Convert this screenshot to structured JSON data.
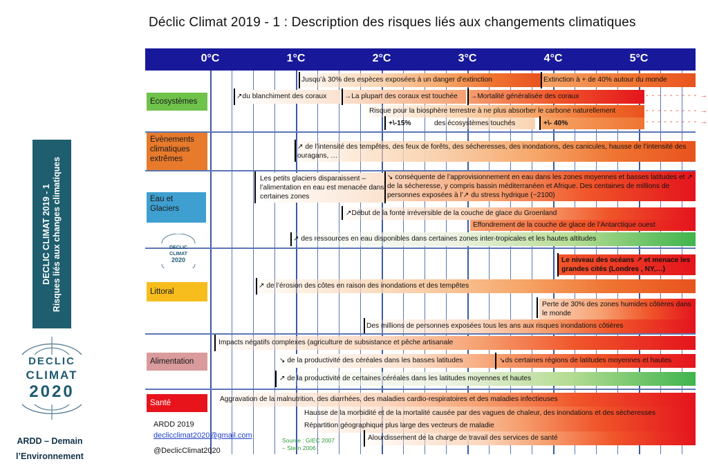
{
  "title": "Déclic Climat 2019 - 1 : Description des risques liés aux changements climatiques",
  "sidebar": {
    "banner_line1": "DECLIC CLIMAT 2019 - 1",
    "banner_line2": "Risques liés aux changes climatiques",
    "logo_line1": "DECLIC",
    "logo_line2": "CLIMAT",
    "logo_line3": "2020",
    "org_line1": "ARDD – Demain",
    "org_line2": "l’Environnement"
  },
  "header": {
    "degrees": [
      "0°C",
      "1°C",
      "2°C",
      "3°C",
      "4°C",
      "5°C"
    ]
  },
  "categories": {
    "ecosystemes": "Ecosystèmes",
    "evenements": "Evènements climatiques extrêmes",
    "eau": "Eau et Glaciers",
    "littoral": "Littoral",
    "alimentation": "Alimentation",
    "sante": "Santé"
  },
  "colors": {
    "ecosystemes": "#6fc24a",
    "evenements": "#e87a2c",
    "eau": "#3f9fd0",
    "littoral": "#f6bd1c",
    "alimentation": "#d99b9c",
    "sante": "#e8141c",
    "header": "#18189a"
  },
  "mini_logo": {
    "line1": "DECLIC",
    "line2": "CLIMAT",
    "line3": "2020"
  },
  "rows": {
    "eco1": "Jusqu’à 30% des espèces exposées à un danger d’extinction",
    "eco1b": "Extinction à + de 40% autour du monde",
    "eco2a": "↗du blanchiment des coraux",
    "eco2b": "→La plupart des coraux est touchée",
    "eco2c": "→Mortalité généralisée des coraux",
    "eco3": "Risque pour la biosphère terrestre à ne plus absorber le carbone naturellement",
    "eco3a": "+\\-15%",
    "eco3b": "des écosystèmes touchés",
    "eco3c": "+\\- 40%",
    "evt1": "↗ de l’intensité des tempêtes, des feux de forêts, des sécheresses, des inondations, des canicules, hausse de l’intensité des ouragans, …",
    "eau1": "Les petits glaciers disparaissent – l’alimentation en eau est menacée dans certaines zones",
    "eau2": "↘ conséquente de l’approvisionnement en eau dans les zones moyennes et basses latitudes et ↗ de la sécheresse, y compris bassin méditerranéen et Afrique. Des centaines de millions de personnes exposées à l’↗ du stress hydrique (~2100)",
    "eau3": "↗Début de la fonte irréversible de la couche de glace du Groenland",
    "eau4": "Effondrement de la couche de glace de l’Antarctique ouest",
    "eau5": "↗ des ressources en eau disponibles dans certaines zones inter-tropicales et les hautes altitudes",
    "lit1": "Le niveau des océans ↗ et menace les grandes cités (Londres , NY,…)",
    "lit2": "↗ de l’érosion des côtes en raison des inondations et des tempêtes",
    "lit3": "Perte de 30% des zones humides côtières dans le monde",
    "lit4": "Des millions de personnes exposées tous les ans aux risques inondations côtières",
    "ali1": "Impacts négatifs complexes (agriculture de subsistance et pêche artisanale",
    "ali2": "↘ de la productivité des céréales dans les basses latitudes",
    "ali2b": "↘ds certaines régions de latitudes moyennes et hautes",
    "ali3": "↗ de la productivité de certaines céréales dans les latitudes moyennes et hautes",
    "san1": "Aggravation de la malnutrition, des diarrhées, des maladies cardio-respiratoires et des maladies infectieuses",
    "san2": "Hausse de la morbidité et de la mortalité causée par des vagues de chaleur, des inondations et des sécheresses",
    "san3": "Répartition géographique plus large des vecteurs de maladie",
    "san4": "Alourdissement de la charge de travail des services de santé"
  },
  "footer": {
    "org": "ARDD 2019",
    "email": "declicclimat2020@gmail.com",
    "handle": "@DeclicClimat2020",
    "source_line1": "Source : GIEC 2007",
    "source_line2": "– Stern 2006"
  }
}
